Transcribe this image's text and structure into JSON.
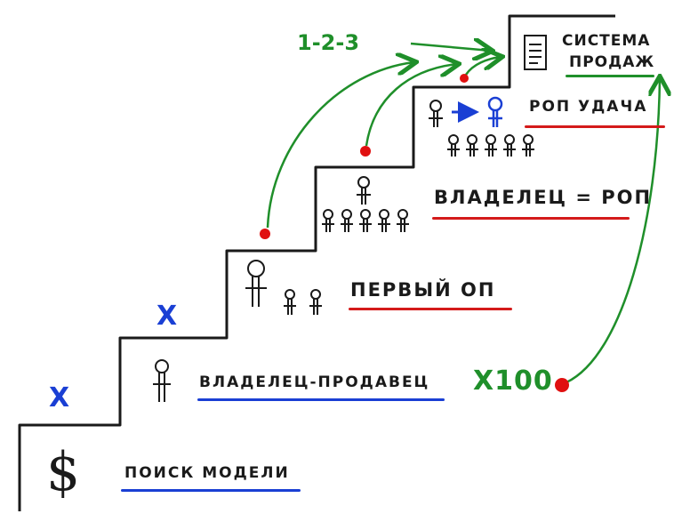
{
  "steps": [
    {
      "label": "ПОИСК МОДЕЛИ"
    },
    {
      "label": "ВЛАДЕЛЕЦ-ПРОДАВЕЦ"
    },
    {
      "label": "ПЕРВЫЙ ОП"
    },
    {
      "label": "ВЛАДЕЛЕЦ = РОП"
    },
    {
      "label": "РОП УДАЧА"
    }
  ],
  "top": {
    "line1": "СИСТЕМА",
    "line2": "ПРОДАЖ"
  },
  "marks": {
    "x_mark": "X",
    "multiplier": "X100",
    "sequence": "1-2-3",
    "dollar": "$"
  },
  "colors": {
    "ink": "#1a1a1a",
    "blue": "#1a3fd4",
    "red": "#d41a1a",
    "green": "#1f8f2a",
    "dot": "#e01010"
  }
}
